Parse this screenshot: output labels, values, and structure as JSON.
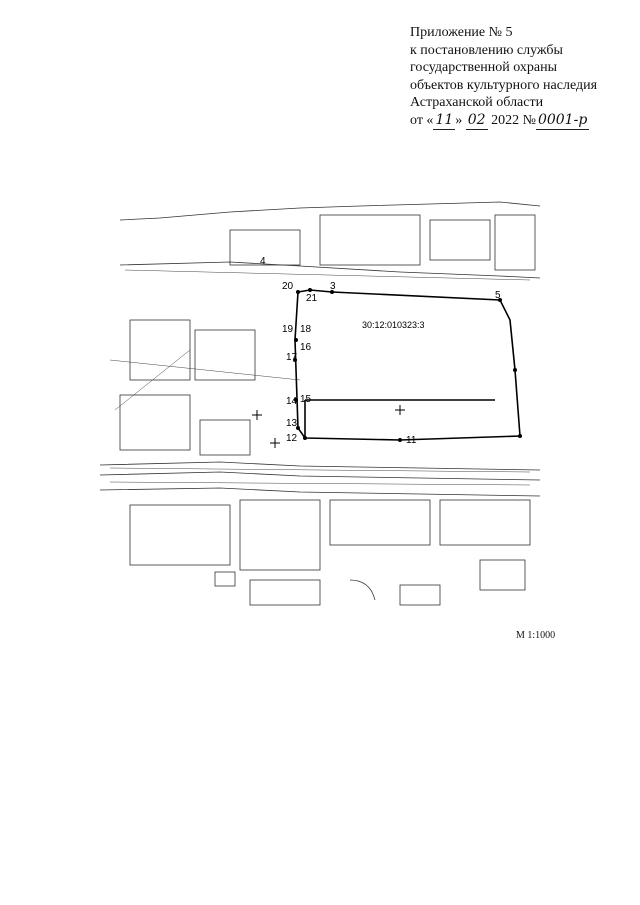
{
  "header": {
    "line1": "Приложение № 5",
    "line2": "к постановлению службы",
    "line3": "государственной охраны",
    "line4": "объектов культурного наследия",
    "line5": "Астраханской области",
    "date_prefix": "от «",
    "day": "11",
    "mid": "»",
    "month": "02",
    "year_text": "2022 №",
    "number": "0001-р"
  },
  "map": {
    "cadastral_number": "30:12:010323:3",
    "points": [
      "20",
      "21",
      "3",
      "19",
      "18",
      "17",
      "16",
      "15",
      "14",
      "13",
      "12",
      "11"
    ],
    "corner_points": [
      "4",
      "5"
    ]
  },
  "scale": "М 1:1000"
}
